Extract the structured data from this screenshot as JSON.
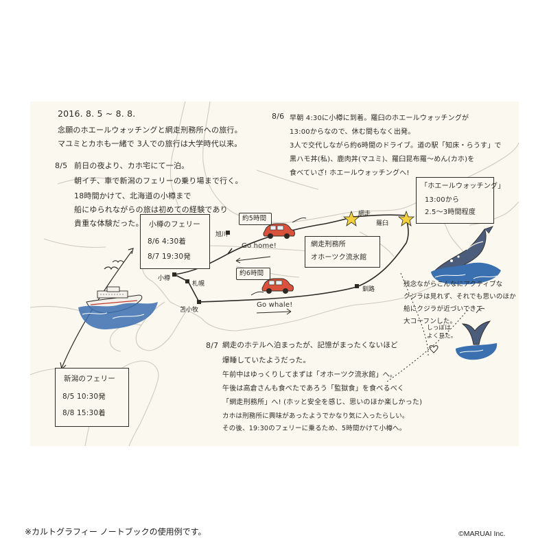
{
  "colors": {
    "paper": "#fbf8f0",
    "ink": "#2d2925",
    "map_line": "#c9c4bb",
    "car": "#d9533c",
    "star": "#f2d13c",
    "sea": "#3a6fb0",
    "whale": "#4b5d7a"
  },
  "icons": [
    "car-icon",
    "star-icon",
    "ferry-ship-icon",
    "whale-breach-icon",
    "whale-tail-icon",
    "heart-icon",
    "seagull-icon"
  ],
  "header": {
    "date": "2016. 8. 5 ~ 8. 8.",
    "line1": "念願のホエールウォッチングと網走刑務所への旅行。",
    "line2": "マユミとカホも一緒で 3人での旅行は大学時代以来。"
  },
  "day85": {
    "date": "8/5",
    "lines": [
      "前日の夜より、カホ宅にて一泊。",
      "朝イチ、車で新潟のフェリーの乗り場まで行く。",
      "18時間かけて、北海道の小樽まで",
      "船にゆられながらの旅は初めての経験であり",
      "貴重な体験だった。"
    ]
  },
  "day86": {
    "date": "8/6",
    "lines": [
      "早朝 4:30に小樽に到着。羅臼のホエールウォッチングが",
      "13:00からなので、休む間もなく出発。",
      "3人で交代しながら約6時間のドライブ。道の駅「知床・らうす」で",
      "黒ハモ丼(私)、鹿肉丼(マユミ)、羅臼昆布羅〜めん(カホ)を",
      "食べていざ! ホエールウォッチングへ!"
    ]
  },
  "day87": {
    "date": "8/7",
    "lines": [
      "網走のホテルへ泊まったが、記憶がまったくないほど",
      "爆睡していたようだった。",
      "午前中はゆっくりしてまずは「オホーツク流氷館」へ。",
      "午後は高倉さんも食べたであろう「監獄食」を食べるべく",
      "「網走刑務所」へ! (ホッと安全を感じ、思いのほか楽しかった)",
      "カホは刑務所に興味があったようでかなり気に入ったらしい。",
      "その後、19:30のフェリーに乗るため、5時間かけて小樽へ。"
    ]
  },
  "whale_note": {
    "lines": [
      "残念ながらこんなにアクティブな",
      "クジラは見れず、それでも思いのほか",
      "船にクジラが近づいてきて",
      "大コーフンした。"
    ]
  },
  "tail_note": {
    "lines": [
      "しっぽは",
      "よく見た。"
    ]
  },
  "boxes": {
    "otaru_ferry": {
      "title": "小樽のフェリー",
      "row1": "8/6  4:30着",
      "row2": "8/7  19:30発"
    },
    "niigata_ferry": {
      "title": "新潟のフェリー",
      "row1": "8/5  10:30発",
      "row2": "8/8  15:30着"
    },
    "whale_watching": {
      "title": "「ホエールウォッチング」",
      "row1": "13:00から",
      "row2": "2.5〜3時間程度"
    },
    "sights": {
      "item1": "網走刑務所",
      "item2": "オホーツク流氷館"
    }
  },
  "cities": {
    "otaru": "小樽",
    "sapporo": "札幌",
    "tomakomai": "苫小牧",
    "asahikawa": "旭川",
    "abashiri": "網走",
    "rausu": "羅臼",
    "kushiro": "釧路"
  },
  "route_labels": {
    "about5h": "約5時間",
    "gohome": "Go home!",
    "about6h": "約6時間",
    "gowhale": "Go whale!"
  },
  "caption": "※カルトグラフィー ノートブックの使用例です。",
  "credit": "©MARUAI Inc."
}
